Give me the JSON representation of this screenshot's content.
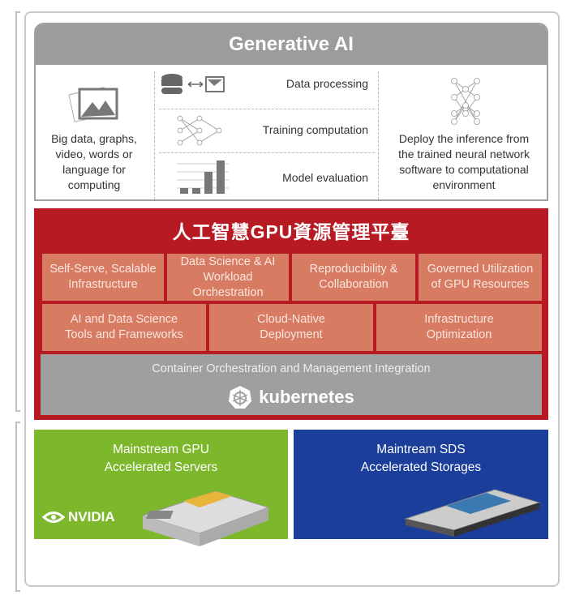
{
  "generative_ai": {
    "title": "Generative AI",
    "input_text": [
      "Big data, graphs,",
      "video, words or",
      "language for",
      "computing"
    ],
    "steps": [
      "Data processing",
      "Training computation",
      "Model evaluation"
    ],
    "deploy_text": [
      "Deploy the inference from",
      "the trained neural network",
      "software to computational",
      "environment"
    ]
  },
  "platform": {
    "title": "人工智慧GPU資源管理平臺",
    "row1": [
      [
        "Self-Serve, Scalable",
        "Infrastructure"
      ],
      [
        "Data Science & AI",
        "Workload",
        "Orchestration"
      ],
      [
        "Reproducibility &",
        "Collaboration"
      ],
      [
        "Governed Utilization",
        "of GPU Resources"
      ]
    ],
    "row2": [
      [
        "AI and Data Science",
        "Tools and Frameworks"
      ],
      [
        "Cloud-Native",
        "Deployment"
      ],
      [
        "Infrastructure",
        "Optimization"
      ]
    ],
    "container_text": "Container Orchestration and Management Integration",
    "kubernetes_logo": "kubernetes"
  },
  "hardware": {
    "gpu": [
      "Mainstream GPU",
      "Accelerated Servers"
    ],
    "nvidia_logo": "NVIDIA",
    "sds": [
      "Maintream SDS",
      "Accelerated Storages"
    ]
  },
  "colors": {
    "red": "#b71a22",
    "cell": "#d77b62",
    "green": "#7db72b",
    "blue": "#1b3e9b",
    "gray": "#9f9f9f"
  }
}
